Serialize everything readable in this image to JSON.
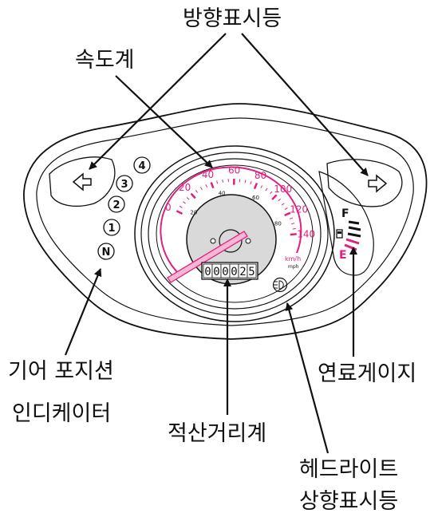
{
  "labels": {
    "turn_signal": "방향표시등",
    "speedometer": "속도계",
    "gear_line1": "기어 포지션",
    "gear_line2": "인디케이터",
    "odometer": "적산거리계",
    "fuel_gauge": "연료게이지",
    "headlight_line1": "헤드라이트",
    "headlight_line2": "상향표시등"
  },
  "speedometer": {
    "kmh_ticks": [
      "0",
      "20",
      "40",
      "60",
      "80",
      "100",
      "120",
      "140"
    ],
    "mph_ticks": [
      "20",
      "40",
      "60",
      "80"
    ],
    "unit_kmh": "km/h",
    "unit_mph": "mph",
    "needle_value_kmh": 0
  },
  "odometer": {
    "digits": [
      "0",
      "0",
      "0",
      "0",
      "2",
      "5"
    ]
  },
  "gear_indicators": [
    "N",
    "1",
    "2",
    "3",
    "4"
  ],
  "fuel": {
    "full_label": "F",
    "empty_label": "E"
  },
  "colors": {
    "accent": "#e0207f",
    "gauge_face": "#d9d9d9",
    "line": "#111111"
  },
  "icons": {
    "left_turn": "arrow-left-icon",
    "right_turn": "arrow-right-icon",
    "headlight_high_beam": "high-beam-icon",
    "fuel_pump": "fuel-pump-icon"
  }
}
